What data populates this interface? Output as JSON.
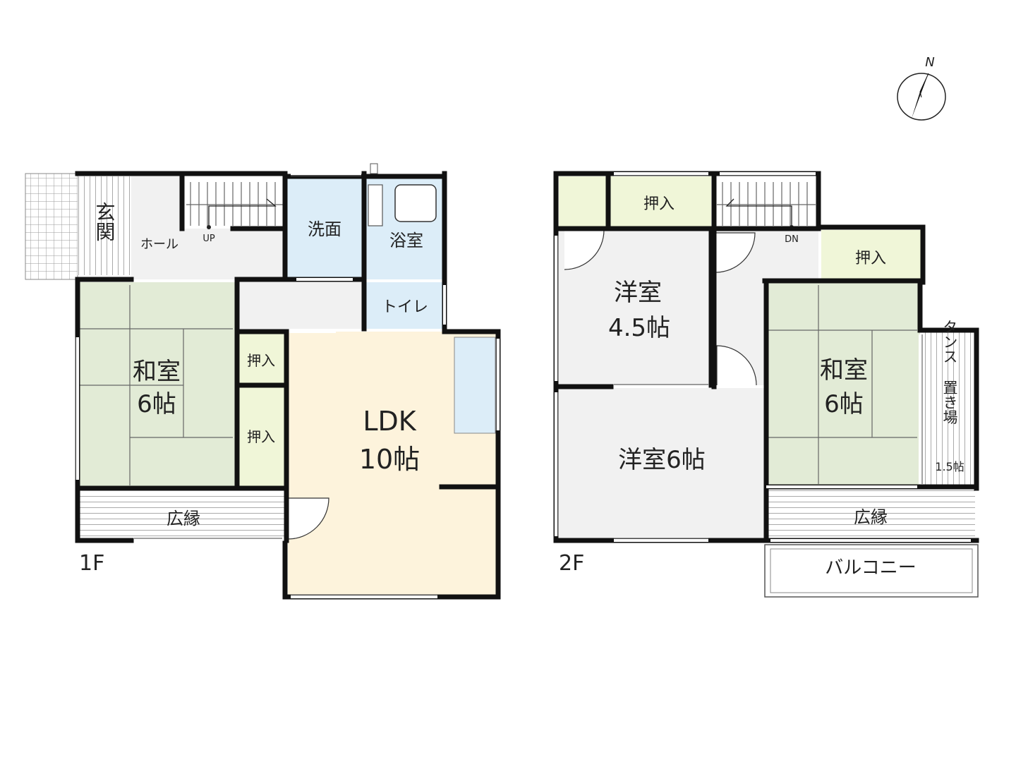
{
  "floors": {
    "first": "1F",
    "second": "2F"
  },
  "compass": {
    "label": "N"
  },
  "first_floor": {
    "genkan": "玄関",
    "hall": "ホール",
    "stairs_up": "UP",
    "senmen": "洗面",
    "yokushitsu": "浴室",
    "toilet": "トイレ",
    "washitsu_name": "和室",
    "washitsu_size": "6帖",
    "oshiire_1": "押入",
    "oshiire_2": "押入",
    "ldk_name": "LDK",
    "ldk_size": "10帖",
    "hiroen": "広縁"
  },
  "second_floor": {
    "oshiire_top": "押入",
    "stairs_dn": "DN",
    "yoshitsu_small_name": "洋室",
    "yoshitsu_small_size": "4.5帖",
    "oshiire_right": "押入",
    "washitsu_name": "和室",
    "washitsu_size": "6帖",
    "tansu_1": "タンス",
    "tansu_2": "置き場",
    "tansu_size": "1.5帖",
    "yoshitsu_large": "洋室6帖",
    "hiroen": "広縁",
    "balcony": "バルコニー"
  }
}
